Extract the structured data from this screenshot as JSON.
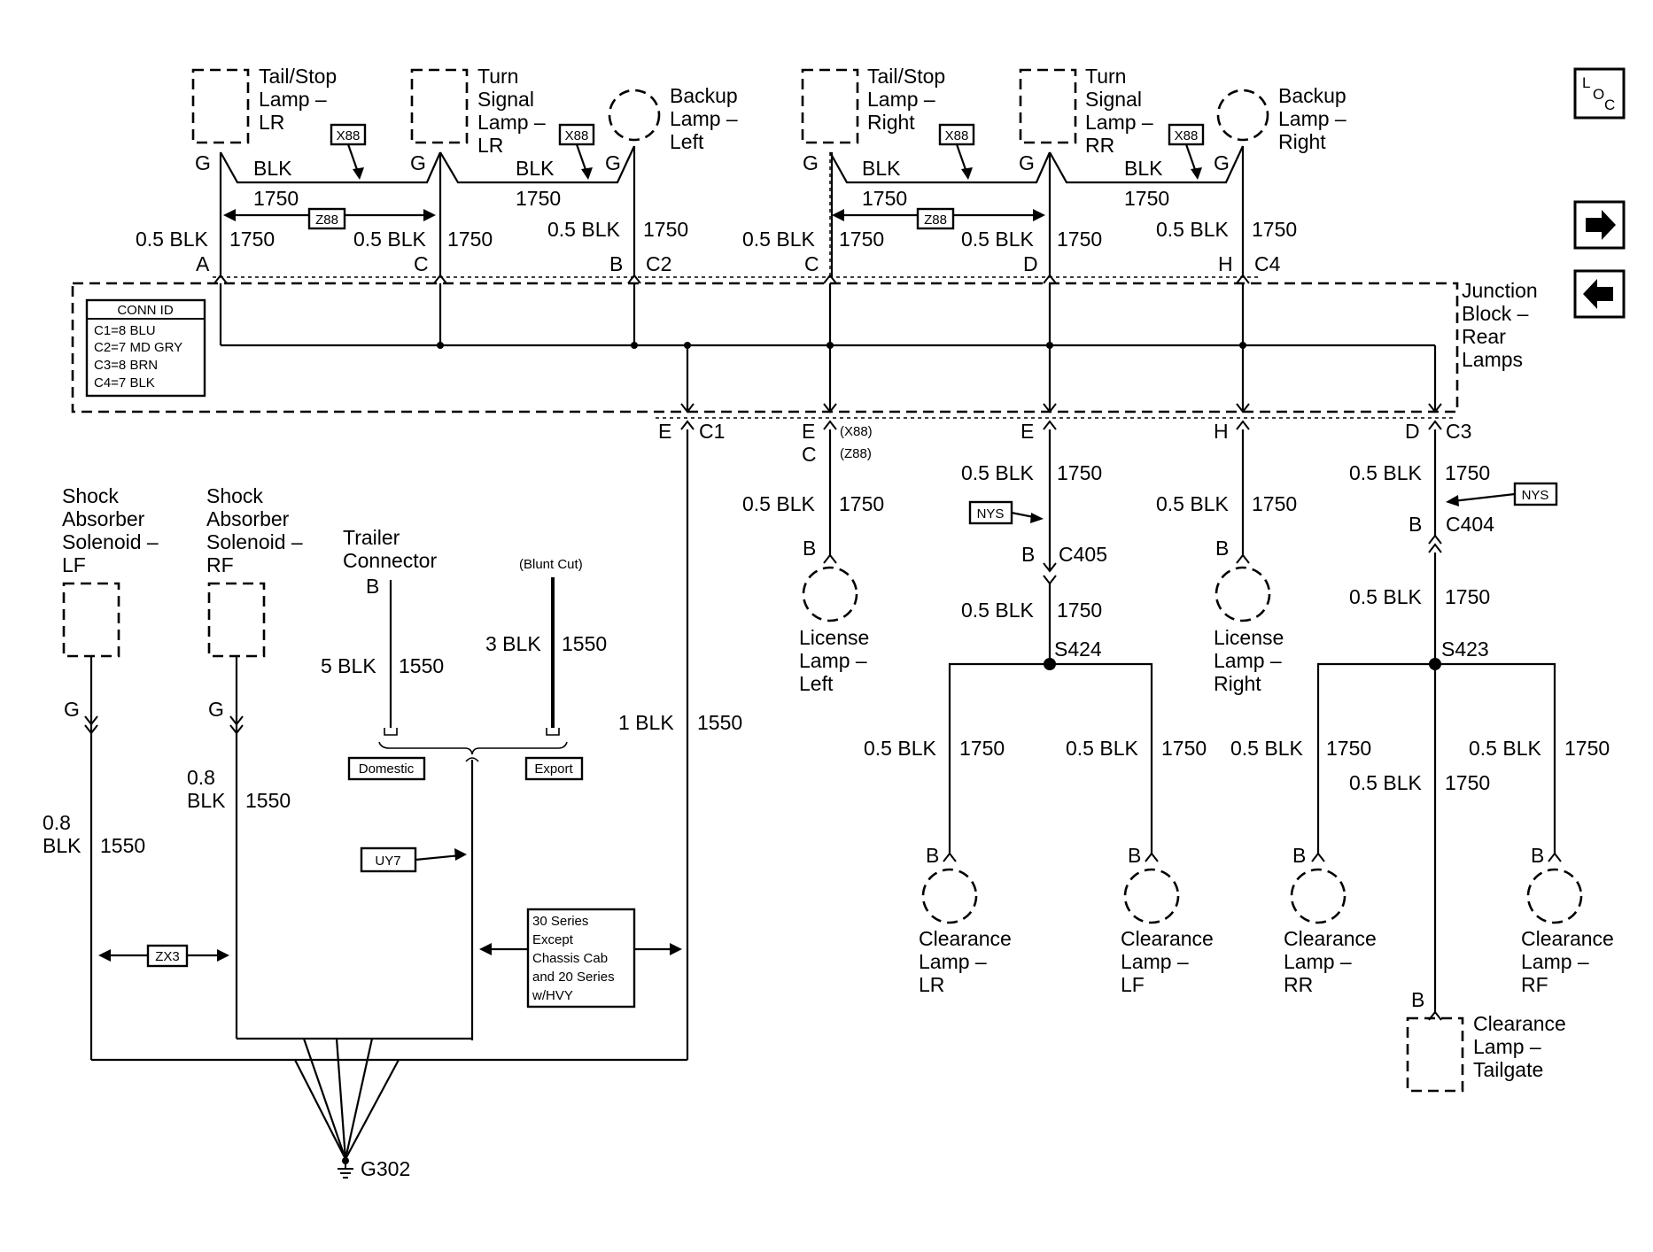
{
  "diagram": {
    "labels": [
      {
        "id": "tailstop_lr_1",
        "text": "Tail/Stop"
      },
      {
        "id": "tailstop_lr_2",
        "text": "Lamp –"
      },
      {
        "id": "tailstop_lr_3",
        "text": "LR"
      },
      {
        "id": "turn_lr_1",
        "text": "Turn"
      },
      {
        "id": "turn_lr_2",
        "text": "Signal"
      },
      {
        "id": "turn_lr_3",
        "text": "Lamp –"
      },
      {
        "id": "turn_lr_4",
        "text": "LR"
      },
      {
        "id": "backup_l_1",
        "text": "Backup"
      },
      {
        "id": "backup_l_2",
        "text": "Lamp –"
      },
      {
        "id": "backup_l_3",
        "text": "Left"
      },
      {
        "id": "tailstop_r_1",
        "text": "Tail/Stop"
      },
      {
        "id": "tailstop_r_2",
        "text": "Lamp –"
      },
      {
        "id": "tailstop_r_3",
        "text": "Right"
      },
      {
        "id": "turn_rr_1",
        "text": "Turn"
      },
      {
        "id": "turn_rr_2",
        "text": "Signal"
      },
      {
        "id": "turn_rr_3",
        "text": "Lamp –"
      },
      {
        "id": "turn_rr_4",
        "text": "RR"
      },
      {
        "id": "backup_r_1",
        "text": "Backup"
      },
      {
        "id": "backup_r_2",
        "text": "Lamp –"
      },
      {
        "id": "backup_r_3",
        "text": "Right"
      },
      {
        "id": "jb_1",
        "text": "Junction"
      },
      {
        "id": "jb_2",
        "text": "Block –"
      },
      {
        "id": "jb_3",
        "text": "Rear"
      },
      {
        "id": "jb_4",
        "text": "Lamps"
      },
      {
        "id": "g1",
        "text": "G"
      },
      {
        "id": "g2",
        "text": "G"
      },
      {
        "id": "g3",
        "text": "G"
      },
      {
        "id": "g4",
        "text": "G"
      },
      {
        "id": "g5",
        "text": "G"
      },
      {
        "id": "g6",
        "text": "G"
      },
      {
        "id": "blk1",
        "text": "BLK"
      },
      {
        "id": "blk2",
        "text": "BLK"
      },
      {
        "id": "blk3",
        "text": "BLK"
      },
      {
        "id": "blk4",
        "text": "BLK"
      },
      {
        "id": "n1750_a",
        "text": "1750"
      },
      {
        "id": "n1750_b",
        "text": "1750"
      },
      {
        "id": "n1750_c",
        "text": "1750"
      },
      {
        "id": "n1750_d",
        "text": "1750"
      },
      {
        "id": "w_a1",
        "text": "0.5 BLK"
      },
      {
        "id": "w_a2",
        "text": "1750"
      },
      {
        "id": "w_c1",
        "text": "0.5 BLK"
      },
      {
        "id": "w_c2",
        "text": "1750"
      },
      {
        "id": "w_b1",
        "text": "0.5 BLK"
      },
      {
        "id": "w_b2",
        "text": "1750"
      },
      {
        "id": "w_cc1",
        "text": "0.5 BLK"
      },
      {
        "id": "w_cc2",
        "text": "1750"
      },
      {
        "id": "w_d1",
        "text": "0.5 BLK"
      },
      {
        "id": "w_d2",
        "text": "1750"
      },
      {
        "id": "w_h1",
        "text": "0.5 BLK"
      },
      {
        "id": "w_h2",
        "text": "1750"
      },
      {
        "id": "pin_a",
        "text": "A"
      },
      {
        "id": "pin_c",
        "text": "C"
      },
      {
        "id": "pin_b",
        "text": "B"
      },
      {
        "id": "c2",
        "text": "C2"
      },
      {
        "id": "pin_c4c",
        "text": "C"
      },
      {
        "id": "pin_d",
        "text": "D"
      },
      {
        "id": "pin_h",
        "text": "H"
      },
      {
        "id": "c4",
        "text": "C4"
      },
      {
        "id": "e_c1",
        "text": "E"
      },
      {
        "id": "c1",
        "text": "C1"
      },
      {
        "id": "e_lic",
        "text": "E"
      },
      {
        "id": "x88_s",
        "text": "(X88)"
      },
      {
        "id": "c_lic",
        "text": "C"
      },
      {
        "id": "z88_s",
        "text": "(Z88)"
      },
      {
        "id": "e_c405",
        "text": "E"
      },
      {
        "id": "h_c3",
        "text": "H"
      },
      {
        "id": "d_c3",
        "text": "D"
      },
      {
        "id": "c3",
        "text": "C3"
      },
      {
        "id": "w_lic1",
        "text": "0.5 BLK"
      },
      {
        "id": "w_lic2",
        "text": "1750"
      },
      {
        "id": "w_e1",
        "text": "0.5 BLK"
      },
      {
        "id": "w_e2",
        "text": "1750"
      },
      {
        "id": "w_licr1",
        "text": "0.5 BLK"
      },
      {
        "id": "w_licr2",
        "text": "1750"
      },
      {
        "id": "w_d3_1",
        "text": "0.5 BLK"
      },
      {
        "id": "w_d3_2",
        "text": "1750"
      },
      {
        "id": "b_lic",
        "text": "B"
      },
      {
        "id": "b_c405",
        "text": "B"
      },
      {
        "id": "c405",
        "text": "C405"
      },
      {
        "id": "b_licr",
        "text": "B"
      },
      {
        "id": "b_c404",
        "text": "B"
      },
      {
        "id": "c404",
        "text": "C404"
      },
      {
        "id": "lic_l1",
        "text": "License"
      },
      {
        "id": "lic_l2",
        "text": "Lamp –"
      },
      {
        "id": "lic_l3",
        "text": "Left"
      },
      {
        "id": "lic_r1",
        "text": "License"
      },
      {
        "id": "lic_r2",
        "text": "Lamp –"
      },
      {
        "id": "lic_r3",
        "text": "Right"
      },
      {
        "id": "w_s424_1",
        "text": "0.5 BLK"
      },
      {
        "id": "w_s424_2",
        "text": "1750"
      },
      {
        "id": "s424",
        "text": "S424"
      },
      {
        "id": "w_s423_1",
        "text": "0.5 BLK"
      },
      {
        "id": "w_s423_2",
        "text": "1750"
      },
      {
        "id": "s423",
        "text": "S423"
      },
      {
        "id": "w_lr1",
        "text": "0.5 BLK"
      },
      {
        "id": "w_lr2",
        "text": "1750"
      },
      {
        "id": "w_lf1",
        "text": "0.5 BLK"
      },
      {
        "id": "w_lf2",
        "text": "1750"
      },
      {
        "id": "w_rr1",
        "text": "0.5 BLK"
      },
      {
        "id": "w_rr2",
        "text": "1750"
      },
      {
        "id": "w_rf1",
        "text": "0.5 BLK"
      },
      {
        "id": "w_rf2",
        "text": "1750"
      },
      {
        "id": "w_tg1",
        "text": "0.5 BLK"
      },
      {
        "id": "w_tg2",
        "text": "1750"
      },
      {
        "id": "b_lr",
        "text": "B"
      },
      {
        "id": "b_lf",
        "text": "B"
      },
      {
        "id": "b_rr",
        "text": "B"
      },
      {
        "id": "b_rf",
        "text": "B"
      },
      {
        "id": "b_tg",
        "text": "B"
      },
      {
        "id": "cl_lr1",
        "text": "Clearance"
      },
      {
        "id": "cl_lr2",
        "text": "Lamp –"
      },
      {
        "id": "cl_lr3",
        "text": "LR"
      },
      {
        "id": "cl_lf1",
        "text": "Clearance"
      },
      {
        "id": "cl_lf2",
        "text": "Lamp –"
      },
      {
        "id": "cl_lf3",
        "text": "LF"
      },
      {
        "id": "cl_rr1",
        "text": "Clearance"
      },
      {
        "id": "cl_rr2",
        "text": "Lamp –"
      },
      {
        "id": "cl_rr3",
        "text": "RR"
      },
      {
        "id": "cl_rf1",
        "text": "Clearance"
      },
      {
        "id": "cl_rf2",
        "text": "Lamp –"
      },
      {
        "id": "cl_rf3",
        "text": "RF"
      },
      {
        "id": "cl_tg1",
        "text": "Clearance"
      },
      {
        "id": "cl_tg2",
        "text": "Lamp –"
      },
      {
        "id": "cl_tg3",
        "text": "Tailgate"
      },
      {
        "id": "sh_lf1",
        "text": "Shock"
      },
      {
        "id": "sh_lf2",
        "text": "Absorber"
      },
      {
        "id": "sh_lf3",
        "text": "Solenoid –"
      },
      {
        "id": "sh_lf4",
        "text": "LF"
      },
      {
        "id": "sh_rf1",
        "text": "Shock"
      },
      {
        "id": "sh_rf2",
        "text": "Absorber"
      },
      {
        "id": "sh_rf3",
        "text": "Solenoid –"
      },
      {
        "id": "sh_rf4",
        "text": "RF"
      },
      {
        "id": "g_lf",
        "text": "G"
      },
      {
        "id": "g_rf",
        "text": "G"
      },
      {
        "id": "w_sh_lf1",
        "text": "0.8"
      },
      {
        "id": "w_sh_lf2",
        "text": "BLK"
      },
      {
        "id": "w_sh_lf3",
        "text": "1550"
      },
      {
        "id": "w_sh_rf1",
        "text": "0.8"
      },
      {
        "id": "w_sh_rf2",
        "text": "BLK"
      },
      {
        "id": "w_sh_rf3",
        "text": "1550"
      },
      {
        "id": "tc1",
        "text": "Trailer"
      },
      {
        "id": "tc2",
        "text": "Connector"
      },
      {
        "id": "b_tc",
        "text": "B"
      },
      {
        "id": "w_tc1",
        "text": "5 BLK"
      },
      {
        "id": "w_tc2",
        "text": "1550"
      },
      {
        "id": "blunt",
        "text": "(Blunt Cut)"
      },
      {
        "id": "w_bc1",
        "text": "3 BLK"
      },
      {
        "id": "w_bc2",
        "text": "1550"
      },
      {
        "id": "w_c1g1",
        "text": "1 BLK"
      },
      {
        "id": "w_c1g2",
        "text": "1550"
      },
      {
        "id": "g302",
        "text": "G302"
      }
    ],
    "option_boxes": [
      {
        "id": "x88_1",
        "text": "X88"
      },
      {
        "id": "x88_2",
        "text": "X88"
      },
      {
        "id": "x88_3",
        "text": "X88"
      },
      {
        "id": "x88_4",
        "text": "X88"
      },
      {
        "id": "z88_1",
        "text": "Z88"
      },
      {
        "id": "z88_2",
        "text": "Z88"
      },
      {
        "id": "nys_1",
        "text": "NYS"
      },
      {
        "id": "nys_2",
        "text": "NYS"
      },
      {
        "id": "domestic",
        "text": "Domestic"
      },
      {
        "id": "export",
        "text": "Export"
      },
      {
        "id": "uy7",
        "text": "UY7"
      },
      {
        "id": "zx3",
        "text": "ZX3"
      }
    ],
    "conn_id": {
      "title": "CONN ID",
      "rows": [
        "C1=8 BLU",
        "C2=7 MD GRY",
        "C3=8 BRN",
        "C4=7 BLK"
      ]
    },
    "series_note": [
      "30 Series",
      "Except",
      "Chassis Cab",
      "and 20 Series",
      "w/HVY"
    ],
    "nav": {
      "loc_text": "LOC",
      "next_arrow": "➡",
      "prev_arrow": "⬅"
    }
  }
}
